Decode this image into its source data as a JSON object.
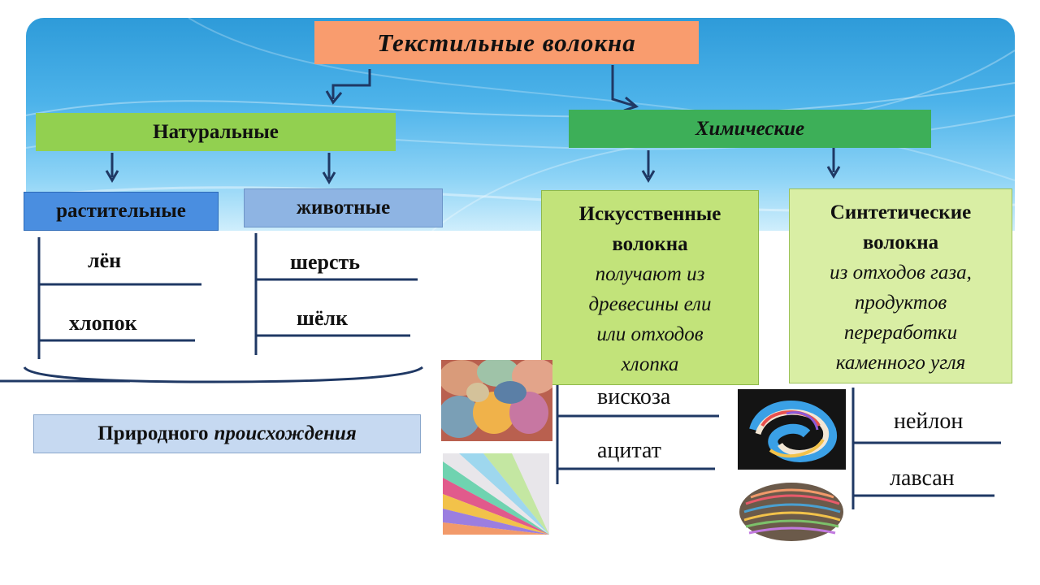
{
  "title": "Текстильные волокна",
  "categories": {
    "natural": "Натуральные",
    "chemical": "Химические"
  },
  "natural": {
    "plant": {
      "label": "растительные",
      "items": [
        "лён",
        "хлопок"
      ]
    },
    "animal": {
      "label": "животные",
      "items": [
        "шерсть",
        "шёлк"
      ]
    },
    "origin_bold": "Природного",
    "origin_italic": "происхождения"
  },
  "chemical": {
    "artificial": {
      "title_line1": "Искусственные",
      "title_line2": "волокна",
      "desc": [
        "получают из",
        "древесины ели",
        "или отходов",
        "хлопка"
      ],
      "items": [
        "вискоза",
        "ацитат"
      ]
    },
    "synthetic": {
      "title_line1": "Синтетические",
      "title_line2": "волокна",
      "desc": [
        "из отходов газа,",
        "продуктов",
        "переработки",
        "каменного угля"
      ],
      "items": [
        "нейлон",
        "лавсан"
      ]
    }
  },
  "colors": {
    "title_bg": "#f99c6e",
    "natural_bg": "#92d050",
    "chemical_bg": "#3daf58",
    "plant_bg": "#4a8ee0",
    "animal_bg": "#8eb4e3",
    "artificial_bg": "#c2e37a",
    "synthetic_bg": "#d9eea4",
    "origin_bg": "#c6d9f1",
    "line_color": "#1f3864"
  }
}
